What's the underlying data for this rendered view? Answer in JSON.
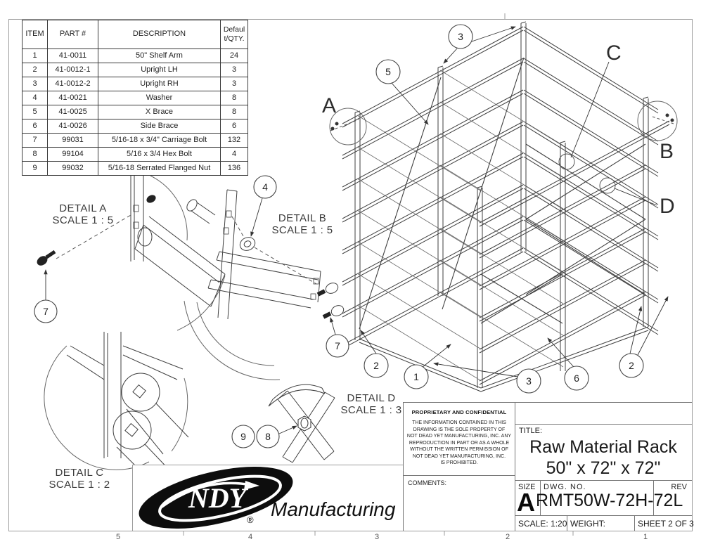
{
  "parts_table": {
    "headers": [
      "ITEM",
      "PART #",
      "DESCRIPTION",
      "Default/QTY."
    ],
    "rows": [
      [
        "1",
        "41-0011",
        "50\" Shelf Arm",
        "24"
      ],
      [
        "2",
        "41-0012-1",
        "Upright LH",
        "3"
      ],
      [
        "3",
        "41-0012-2",
        "Upright RH",
        "3"
      ],
      [
        "4",
        "41-0021",
        "Washer",
        "8"
      ],
      [
        "5",
        "41-0025",
        "X Brace",
        "8"
      ],
      [
        "6",
        "41-0026",
        "Side Brace",
        "6"
      ],
      [
        "7",
        "99031",
        "5/16-18 x 3/4\" Carriage Bolt",
        "132"
      ],
      [
        "8",
        "99104",
        "5/16 x 3/4 Hex Bolt",
        "4"
      ],
      [
        "9",
        "99032",
        "5/16-18 Serrated Flanged Nut",
        "136"
      ]
    ]
  },
  "details": [
    {
      "name": "DETAIL A",
      "scale": "SCALE 1 : 5"
    },
    {
      "name": "DETAIL B",
      "scale": "SCALE 1 : 5"
    },
    {
      "name": "DETAIL C",
      "scale": "SCALE 1 : 2"
    },
    {
      "name": "DETAIL D",
      "scale": "SCALE 1 : 3"
    }
  ],
  "view_labels": [
    "A",
    "B",
    "C",
    "D"
  ],
  "callouts": {
    "iso": [
      "3",
      "5",
      "2",
      "1",
      "3",
      "6",
      "2"
    ],
    "detail_a": [
      "7"
    ],
    "detail_b": [
      "4",
      "7"
    ],
    "detail_d": [
      "9",
      "8"
    ]
  },
  "zone_numbers": [
    "5",
    "4",
    "3",
    "2",
    "1"
  ],
  "logo": {
    "acronym": "NDY",
    "word": "Manufacturing",
    "registered": "®"
  },
  "title_block": {
    "proprietary_heading": "PROPRIETARY AND CONFIDENTIAL",
    "proprietary_body": "THE INFORMATION CONTAINED IN THIS\nDRAWING IS THE SOLE PROPERTY OF\nNOT DEAD YET MANUFACTURING, INC. ANY\nREPRODUCTION IN PART OR AS A WHOLE\nWITHOUT THE WRITTEN PERMISSION OF\nNOT DEAD YET MANUFACTURING, INC.\nIS PROHIBITED.",
    "comments_label": "COMMENTS:",
    "title_label": "TITLE:",
    "title_line1": "Raw Material Rack",
    "title_line2": "50\" x 72\" x 72\"",
    "size_label": "SIZE",
    "size_value": "A",
    "dwg_label": "DWG.  NO.",
    "dwg_value": "RMT50W-72H-72L",
    "rev_label": "REV",
    "scale_value": "SCALE: 1:20",
    "weight_label": "WEIGHT:",
    "sheet_value": "SHEET 2 OF 3"
  }
}
